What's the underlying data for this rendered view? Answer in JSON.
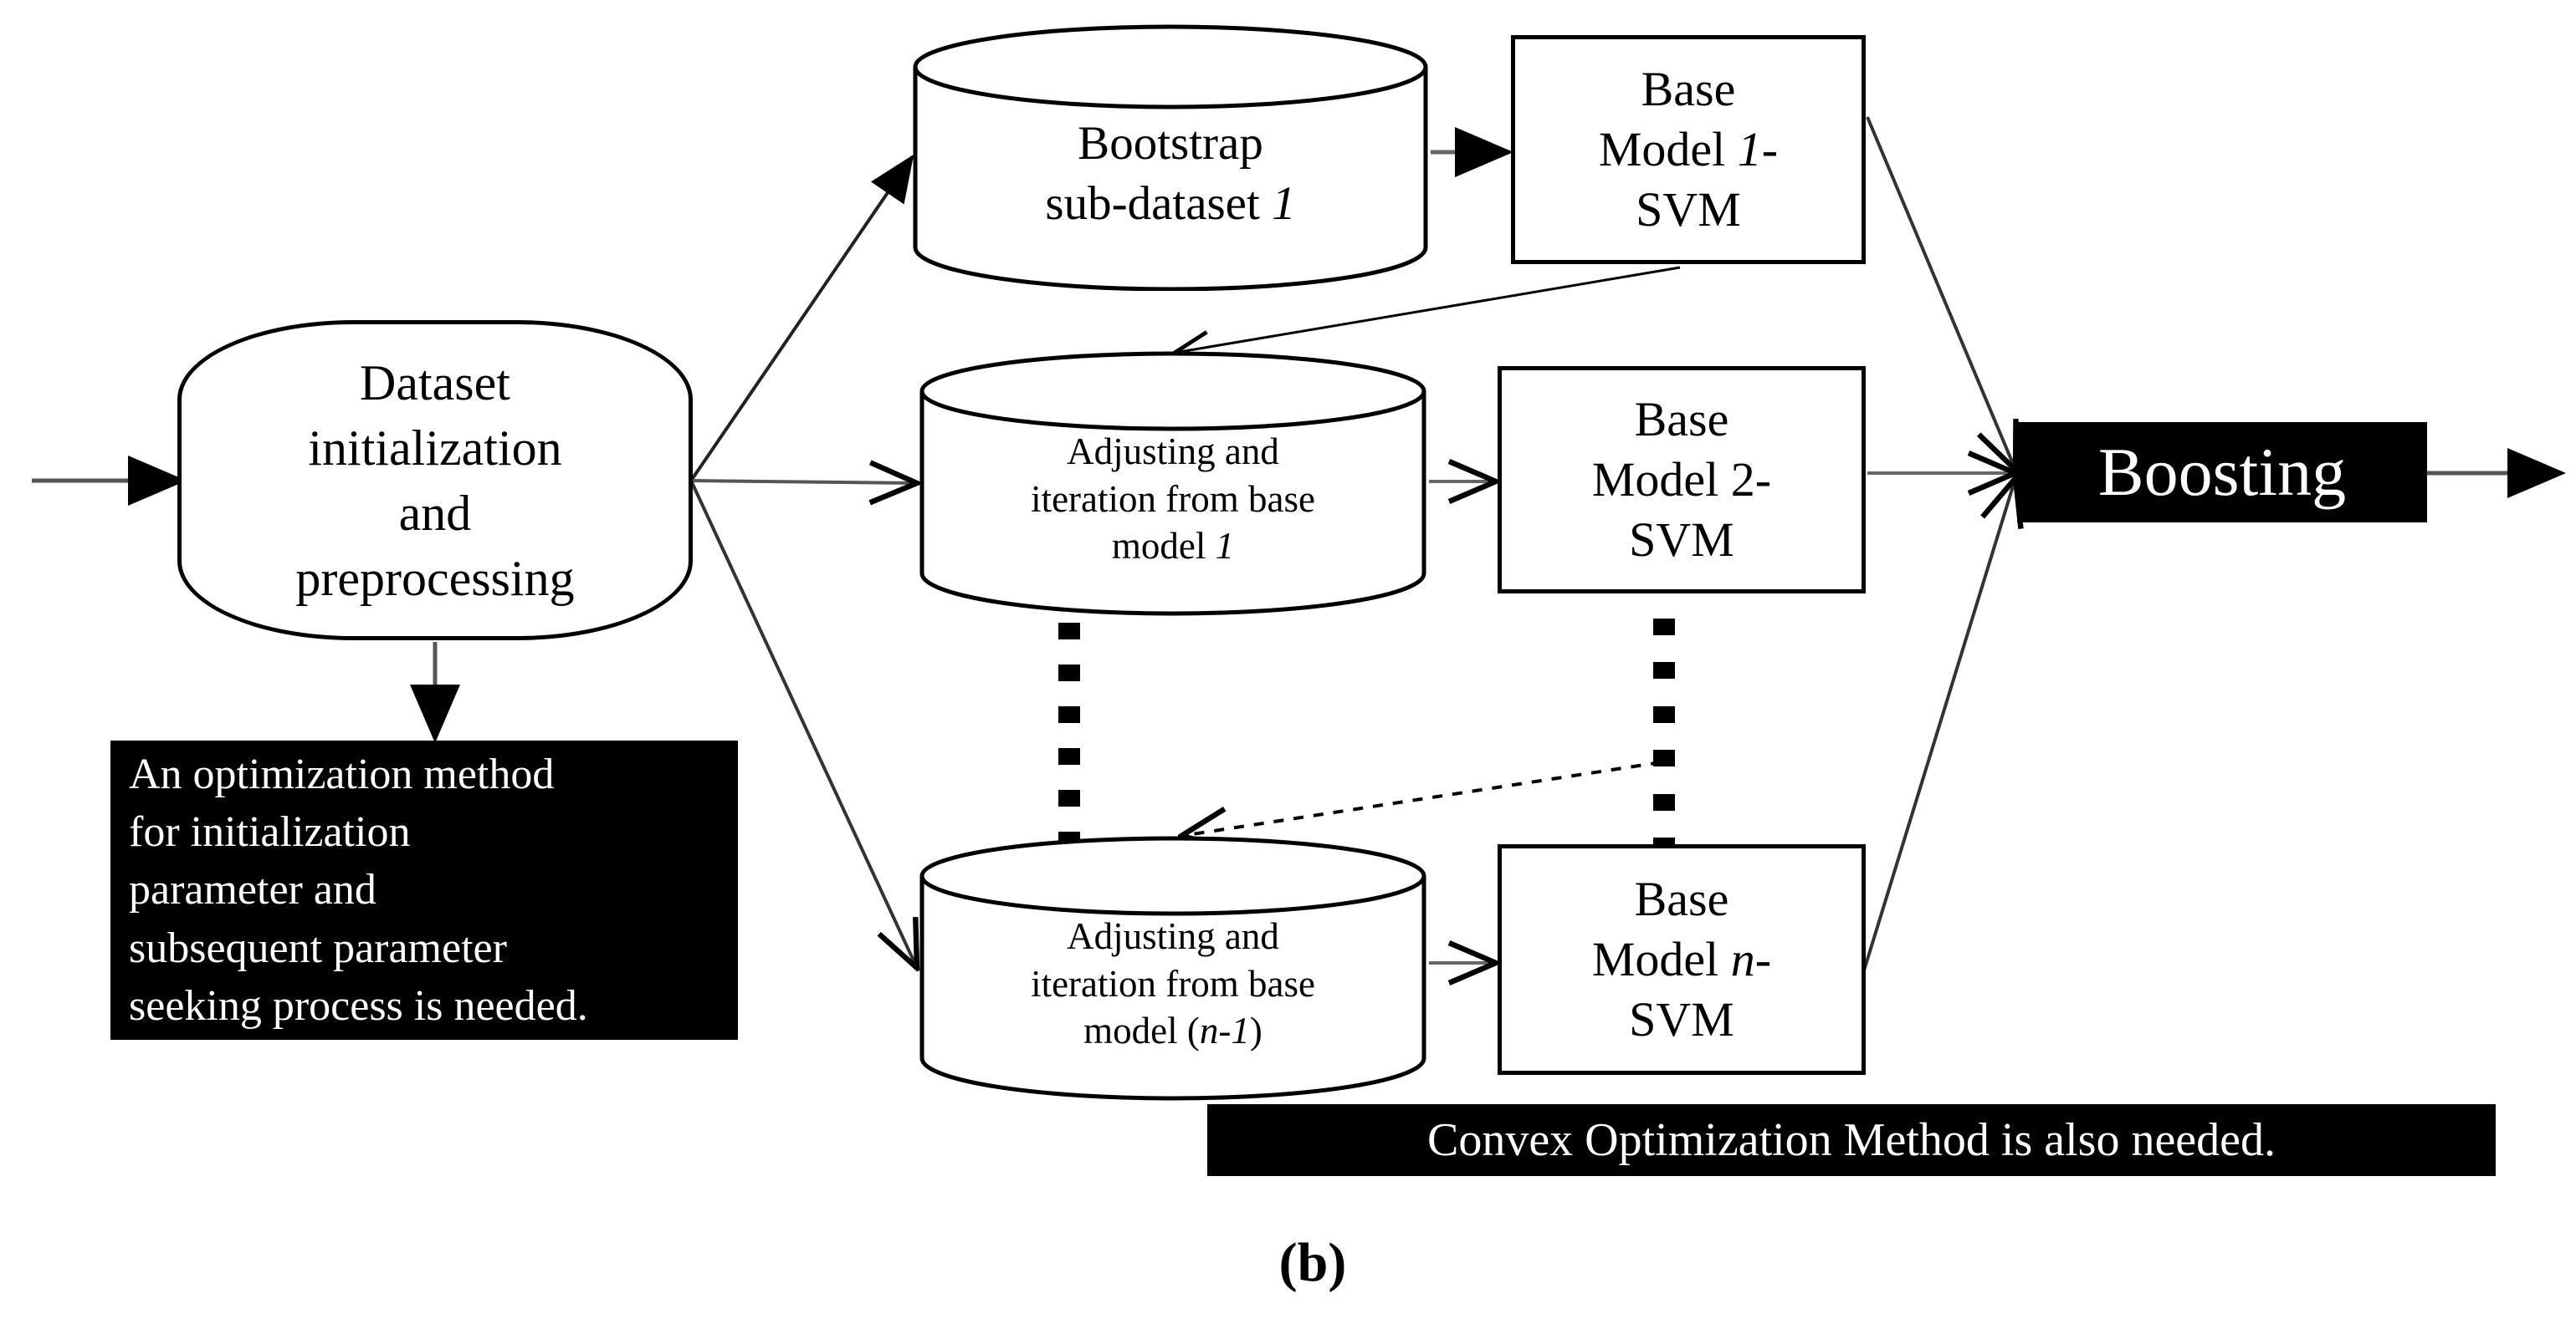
{
  "figure": {
    "caption": "(b)",
    "colors": {
      "stroke": "#000000",
      "background": "#ffffff",
      "highlight_fill": "#000000",
      "highlight_text": "#ffffff"
    }
  },
  "nodes": {
    "dataset": {
      "line1": "Dataset",
      "line2": "initialization",
      "line3": "and",
      "line4": "preprocessing"
    },
    "bootstrap_subdataset": {
      "line1": "Bootstrap",
      "line2_text": "sub-dataset ",
      "line2_italic": "1"
    },
    "adjust_iteration_1": {
      "line1": "Adjusting and",
      "line2": "iteration from base",
      "line3_text": "model ",
      "line3_italic": "1"
    },
    "adjust_iteration_n": {
      "line1": "Adjusting and",
      "line2": "iteration from base",
      "line3_text": "model (",
      "line3_italic": "n-1",
      "line3_tail": ")"
    },
    "base_model_1": {
      "line1": "Base",
      "line2_text": "Model ",
      "line2_italic": "1",
      "line2_tail": "-",
      "line3": "SVM"
    },
    "base_model_2": {
      "line1": "Base",
      "line2_text": "Model ",
      "line2_italic": "2",
      "line2_tail": "-",
      "line3": "SVM"
    },
    "base_model_n": {
      "line1": "Base",
      "line2_text": "Model ",
      "line2_italic": "n",
      "line2_tail": "-",
      "line3": "SVM"
    },
    "boosting": {
      "label": "Boosting"
    },
    "optimization_note": {
      "line1": "An optimization method",
      "line2": "for initialization",
      "line3": "parameter and",
      "line4": "subsequent parameter",
      "line5": "seeking process is needed."
    },
    "convex_note": {
      "label": "Convex Optimization Method is also needed."
    }
  },
  "ellipsis": {
    "left_column_dots": 6,
    "right_column_dots": 6
  },
  "edges": [
    {
      "id": "input-to-dataset",
      "from": "input",
      "to": "dataset",
      "style": "solid"
    },
    {
      "id": "dataset-to-bootstrap",
      "from": "dataset",
      "to": "bootstrap_subdataset",
      "style": "solid"
    },
    {
      "id": "dataset-to-adjust-1",
      "from": "dataset",
      "to": "adjust_iteration_1",
      "style": "solid"
    },
    {
      "id": "dataset-to-adjust-n",
      "from": "dataset",
      "to": "adjust_iteration_n",
      "style": "solid"
    },
    {
      "id": "dataset-to-optimization-note",
      "from": "dataset",
      "to": "optimization_note",
      "style": "solid"
    },
    {
      "id": "bootstrap-to-base-1",
      "from": "bootstrap_subdataset",
      "to": "base_model_1",
      "style": "solid"
    },
    {
      "id": "adjust-1-to-base-2",
      "from": "adjust_iteration_1",
      "to": "base_model_2",
      "style": "solid"
    },
    {
      "id": "adjust-n-to-base-n",
      "from": "adjust_iteration_n",
      "to": "base_model_n",
      "style": "solid"
    },
    {
      "id": "base-1-feedback-to-adjust-1",
      "from": "base_model_1",
      "to": "adjust_iteration_1",
      "style": "solid"
    },
    {
      "id": "feedback-to-adjust-n",
      "from": "base_model_ellipsis",
      "to": "adjust_iteration_n",
      "style": "dashed"
    },
    {
      "id": "base-1-to-boosting",
      "from": "base_model_1",
      "to": "boosting",
      "style": "solid"
    },
    {
      "id": "base-2-to-boosting",
      "from": "base_model_2",
      "to": "boosting",
      "style": "solid"
    },
    {
      "id": "base-n-to-boosting",
      "from": "base_model_n",
      "to": "boosting",
      "style": "solid"
    },
    {
      "id": "boosting-to-output",
      "from": "boosting",
      "to": "output",
      "style": "solid"
    }
  ]
}
